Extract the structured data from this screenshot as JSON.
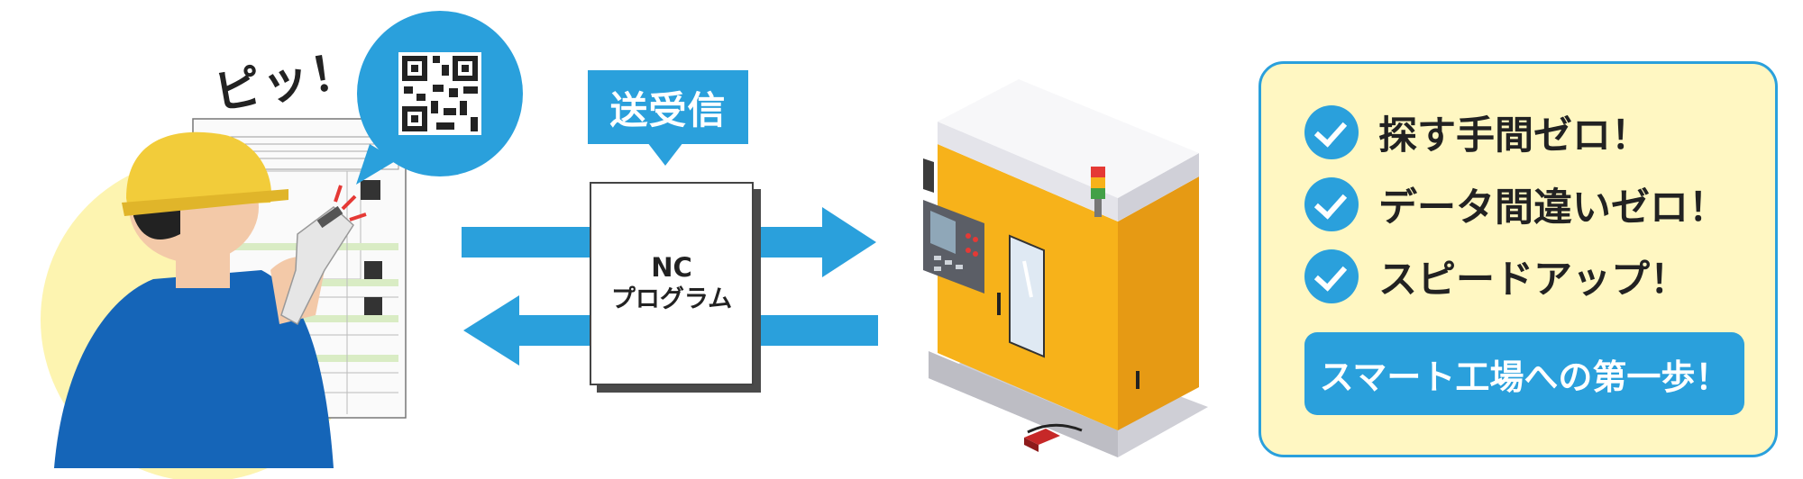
{
  "scan_label": "ピッ！",
  "transfer": {
    "label": "送受信",
    "document_line1": "NC",
    "document_line2": "プログラム"
  },
  "benefits": {
    "items": [
      {
        "text": "探す手間ゼロ！",
        "icon": "check-icon"
      },
      {
        "text": "データ間違いゼロ！",
        "icon": "check-icon"
      },
      {
        "text": "スピードアップ！",
        "icon": "check-icon"
      }
    ],
    "cta": "スマート工場への第一歩！"
  },
  "colors": {
    "accent_blue": "#2aa0dc",
    "panel_bg": "#fff7c2",
    "helmet_yellow": "#f2cc3a",
    "machine_orange": "#f5a623",
    "shirt_blue": "#1565b8"
  }
}
